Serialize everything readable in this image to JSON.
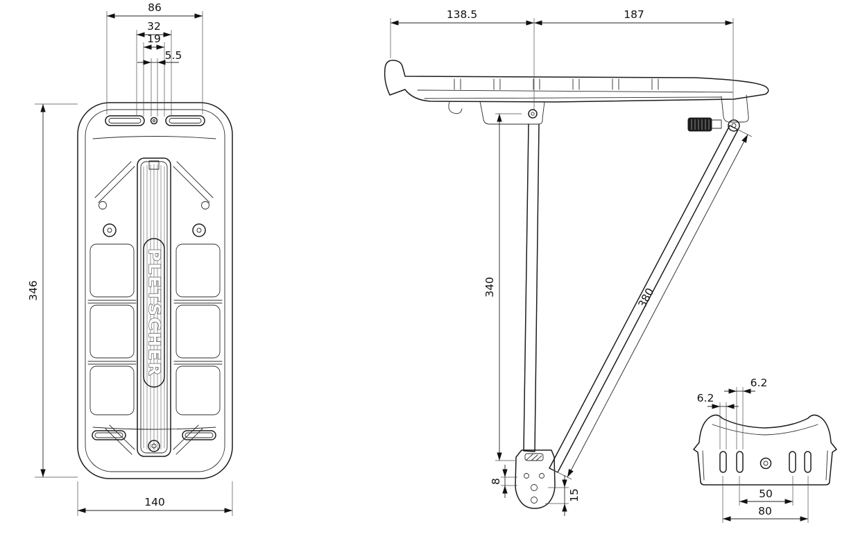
{
  "drawing": {
    "brand_label": "PLETSCHER",
    "top_view": {
      "dim_slot_span": "86",
      "dim_channel": "32",
      "dim_inner": "19",
      "dim_offset": "5.5",
      "dim_length": "346",
      "dim_width": "140"
    },
    "side_view": {
      "dim_front": "138.5",
      "dim_rear": "187",
      "dim_height": "340",
      "dim_stay": "380",
      "dim_foot_hole": "8",
      "dim_foot_offset": "15"
    },
    "rear_view": {
      "dim_slot_left": "6.2",
      "dim_slot_right": "6.2",
      "dim_hole_span": "50",
      "dim_slot_span": "80"
    }
  }
}
